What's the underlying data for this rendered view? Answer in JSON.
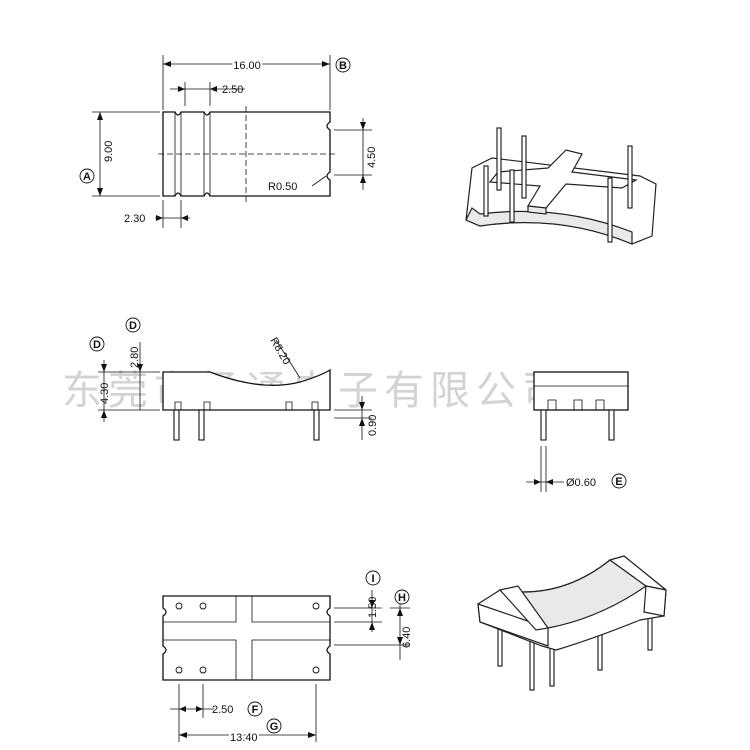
{
  "watermark": "东莞市扬通电子有限公司",
  "top_view": {
    "dim_length": "16.00",
    "dim_slot_pitch": "2.50",
    "dim_width": "9.00",
    "dim_edge": "2.30",
    "dim_notch": "4.50",
    "dim_radius": "R0.50",
    "label_a": "A",
    "label_b": "B"
  },
  "side_view": {
    "dim_height": "4.30",
    "dim_depth": "2.80",
    "dim_arc_radius": "R8.20",
    "dim_pin_offset": "0.90",
    "label_d_left": "D",
    "label_d_right": "D"
  },
  "end_view": {
    "dim_pin_diameter": "Ø0.60",
    "label_e": "E"
  },
  "bottom_view": {
    "dim_slot_height": "1.50",
    "dim_inner_width": "6.40",
    "dim_pin_pitch": "2.50",
    "dim_overall": "13.40",
    "label_f": "F",
    "label_g": "G",
    "label_h": "H",
    "label_i": "I"
  }
}
